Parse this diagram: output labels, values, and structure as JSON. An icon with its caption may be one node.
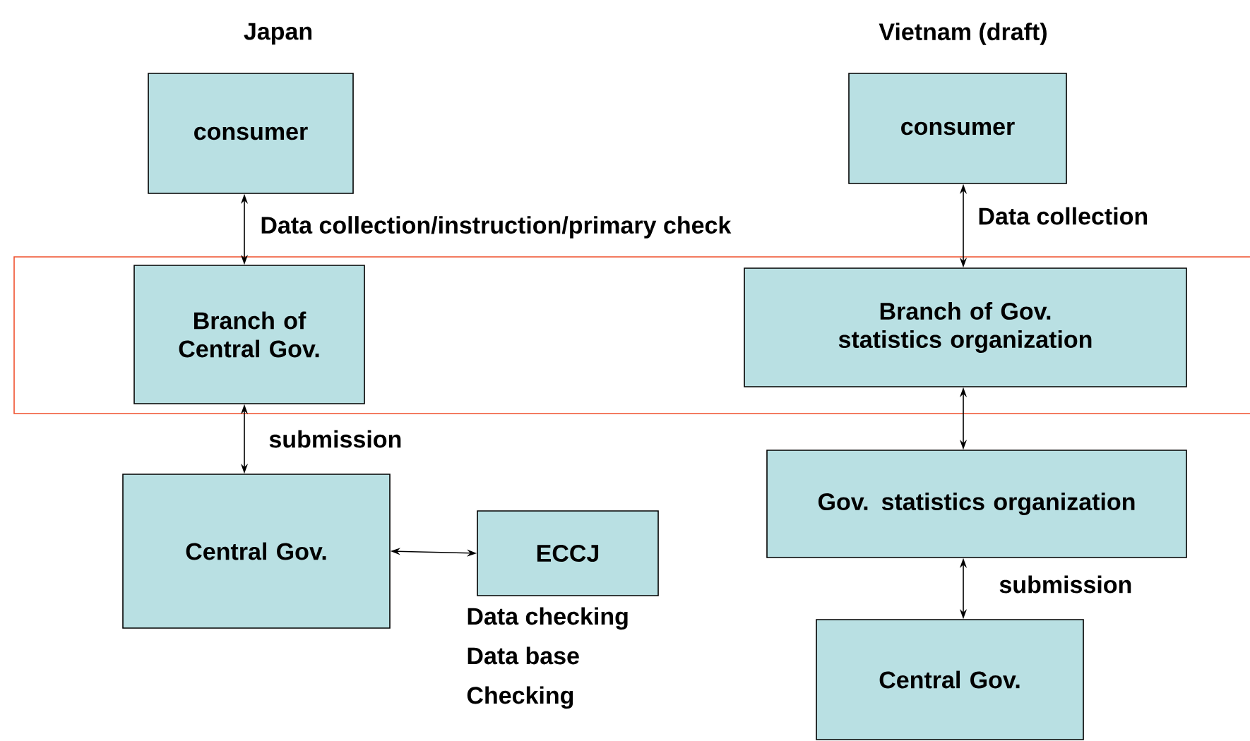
{
  "diagram": {
    "nodes": [
      {
        "text": [
          "consumer"
        ]
      },
      {
        "text": [
          "Branch of Central Gov."
        ]
      },
      {
        "text": [
          "Central Gov."
        ]
      },
      {
        "text": [
          "ECCJ"
        ],
        "beside": [
          "Data checking",
          "Data base",
          "Checking"
        ]
      },
      {
        "text": [
          "consumer"
        ]
      },
      {
        "text": [
          "Branch of Gov. statistics organization"
        ]
      },
      {
        "text": [
          "Gov. statistics organization"
        ]
      },
      {
        "text": [
          "Central Gov."
        ]
      }
    ],
    "edges": [
      {
        "from": 0,
        "to": 1,
        "arrow": "both",
        "label": "Data collection/instruction/primary check"
      },
      {
        "from": 1,
        "to": 2,
        "arrow": "both",
        "label": "submission"
      },
      {
        "from": 2,
        "to": 3,
        "arrow": "both"
      },
      {
        "from": 4,
        "to": 5,
        "arrow": "both",
        "label": "Data collection"
      },
      {
        "from": 5,
        "to": 6,
        "arrow": "both"
      },
      {
        "from": 6,
        "to": 7,
        "arrow": "both",
        "label": "submission"
      }
    ],
    "labels": [
      "Japan",
      "Vietnam (draft)"
    ]
  }
}
